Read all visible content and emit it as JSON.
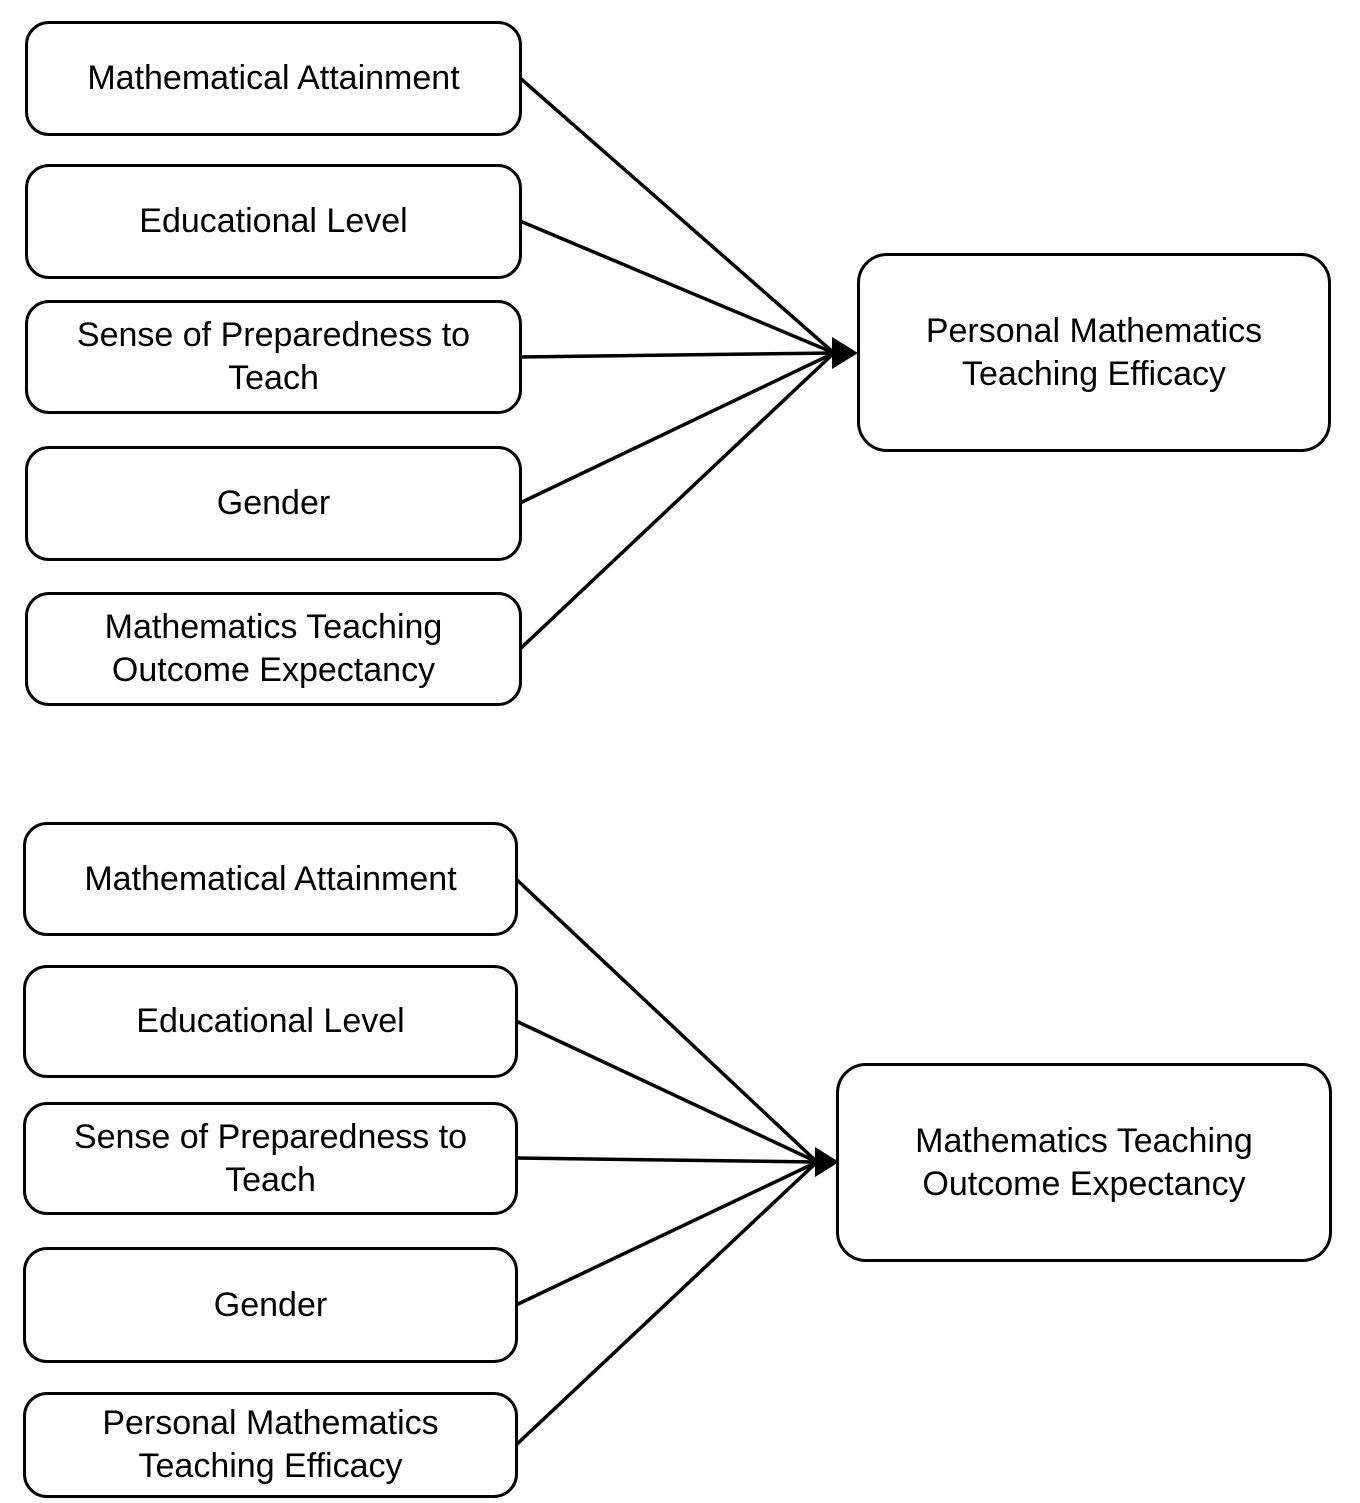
{
  "page": {
    "background_color": "#ffffff"
  },
  "diagram": {
    "type": "path-model",
    "ink_color": "#000000",
    "node_fill_color": "#ffffff",
    "panels": [
      {
        "target": "Personal Mathematics Teaching Efficacy",
        "sources": [
          "Mathematical Attainment",
          "Educational Level",
          "Sense of Preparedness to Teach",
          "Gender",
          "Mathematics Teaching Outcome Expectancy"
        ],
        "edges": [
          {
            "from": "Mathematical Attainment",
            "to": "Personal Mathematics Teaching Efficacy"
          },
          {
            "from": "Educational Level",
            "to": "Personal Mathematics Teaching Efficacy"
          },
          {
            "from": "Sense of Preparedness to Teach",
            "to": "Personal Mathematics Teaching Efficacy"
          },
          {
            "from": "Gender",
            "to": "Personal Mathematics Teaching Efficacy"
          },
          {
            "from": "Mathematics Teaching Outcome Expectancy",
            "to": "Personal Mathematics Teaching Efficacy"
          }
        ]
      },
      {
        "target": "Mathematics Teaching Outcome Expectancy",
        "sources": [
          "Mathematical Attainment",
          "Educational Level",
          "Sense of Preparedness to Teach",
          "Gender",
          "Personal Mathematics Teaching Efficacy"
        ],
        "edges": [
          {
            "from": "Mathematical Attainment",
            "to": "Mathematics Teaching Outcome Expectancy"
          },
          {
            "from": "Educational Level",
            "to": "Mathematics Teaching Outcome Expectancy"
          },
          {
            "from": "Sense of Preparedness to Teach",
            "to": "Mathematics Teaching Outcome Expectancy"
          },
          {
            "from": "Gender",
            "to": "Mathematics Teaching Outcome Expectancy"
          },
          {
            "from": "Personal Mathematics Teaching Efficacy",
            "to": "Mathematics Teaching Outcome Expectancy"
          }
        ]
      }
    ]
  }
}
